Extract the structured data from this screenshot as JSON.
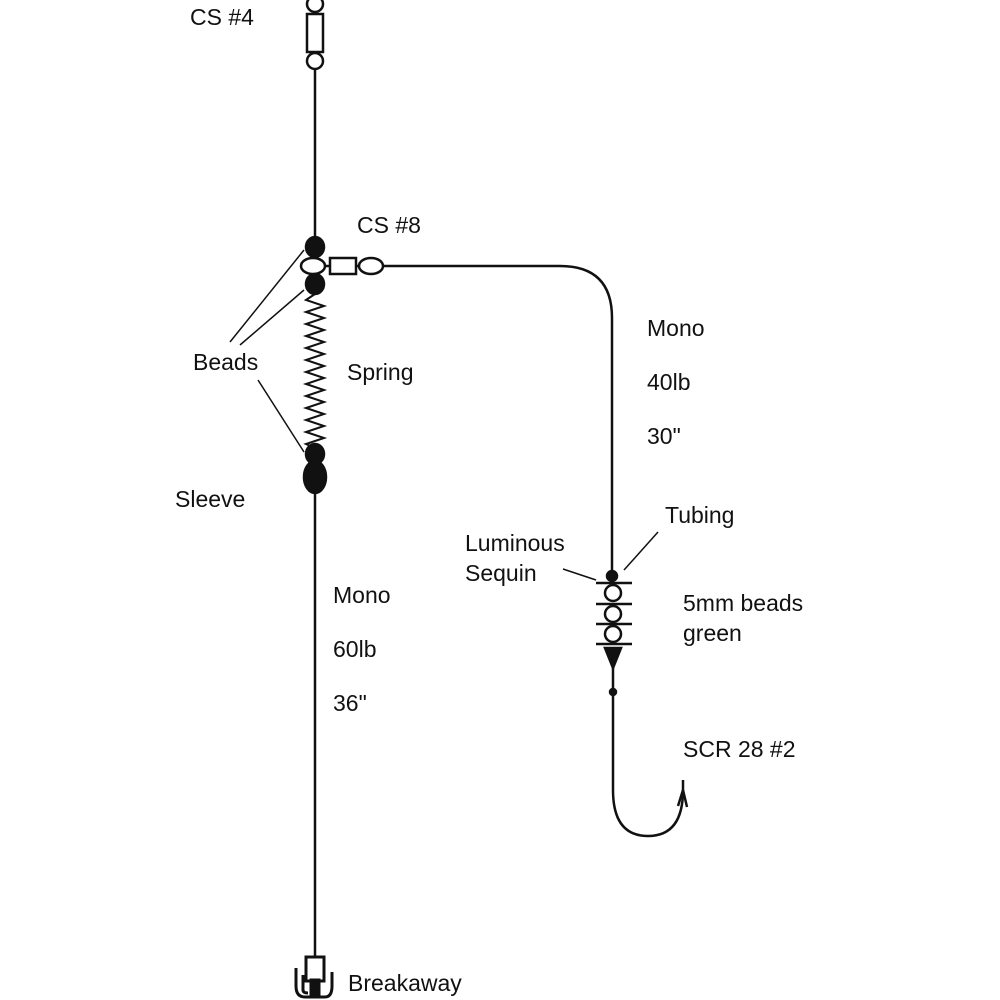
{
  "colors": {
    "ink": "#111111",
    "background": "#ffffff"
  },
  "labels": {
    "cs4": "CS #4",
    "cs8": "CS #8",
    "beads": "Beads",
    "spring": "Spring",
    "sleeve": "Sleeve",
    "mono_main": "Mono",
    "weight_main": "60lb",
    "length_main": "36\"",
    "mono_snood": "Mono",
    "weight_snood": "40lb",
    "length_snood": "30\"",
    "tubing": "Tubing",
    "luminous": "Luminous",
    "sequin": "Sequin",
    "beads_5mm": "5mm beads",
    "green": "green",
    "hook": "SCR 28 #2",
    "breakaway": "Breakaway"
  }
}
